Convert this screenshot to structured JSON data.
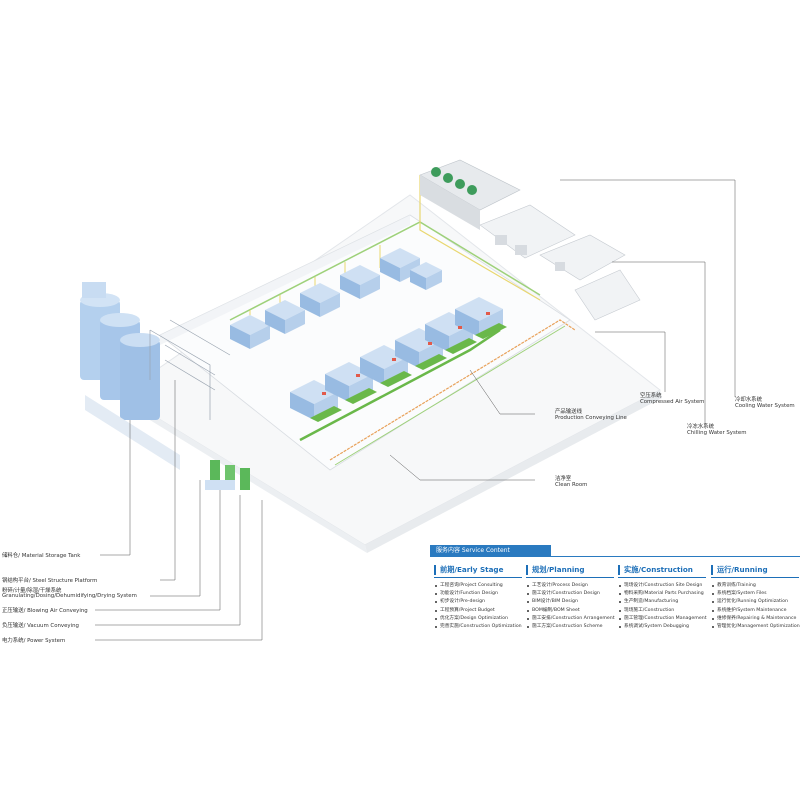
{
  "labels": {
    "production_line": {
      "zh": "产品输送线",
      "en": "Production Conveying Line"
    },
    "clean_room": {
      "zh": "洁净室",
      "en": "Clean Room"
    },
    "compressed_air": {
      "zh": "空压系统",
      "en": "Compressed Air System"
    },
    "chilling_water": {
      "zh": "冷冻水系统",
      "en": "Chilling Water System"
    },
    "cooling_water": {
      "zh": "冷却水系统",
      "en": "Cooling Water System"
    }
  },
  "left_labels": [
    "储料仓/ Material Storage Tank",
    "钢结构平台/ Steel Structure Platform",
    "粉碎/计量/除湿/干燥系统",
    "Granulating/Dosing/Dehumidifying/Drying System",
    "正压输送/ Blowing Air Conveying",
    "负压输送/ Vacuum Conveying",
    "电力系统/ Power System"
  ],
  "service": {
    "header": "服务内容 Service Content",
    "columns": [
      {
        "title": "前期/Early Stage",
        "items": [
          "工程咨询/Project Consulting",
          "功能设计/Function Design",
          "初步设计/Pre-design",
          "工程预算/Project Budget",
          "优化方案/Design Optimization",
          "完善实施/Construction Optimization"
        ]
      },
      {
        "title": "规划/Planning",
        "items": [
          "工艺设计/Process Design",
          "施工设计/Construction Design",
          "BIM设计/BIM Design",
          "BOM编制/BOM Sheet",
          "施工安排/Construction Arrangement",
          "施工方案/Construction Scheme"
        ]
      },
      {
        "title": "实施/Construction",
        "items": [
          "现场设计/Construction Site Design",
          "物料采购/Material Parts Purchasing",
          "生产制造/Manufacturing",
          "现场施工/Construction",
          "施工管理/Construction Management",
          "系统调试/System Debugging"
        ]
      },
      {
        "title": "运行/Running",
        "items": [
          "教育训练/Training",
          "系统档案/System Files",
          "运行优化/Running Optimization",
          "系统维护/System Maintenance",
          "维修保养/Repairing & Maintenance",
          "管理优化/Management Optimization"
        ]
      }
    ]
  },
  "colors": {
    "accent": "#1d6fb8",
    "machine": "#a9c8ea",
    "conveyor_green": "#6ab84a",
    "pipe_orange": "#e8a15a",
    "floor": "#f6f7f8"
  }
}
